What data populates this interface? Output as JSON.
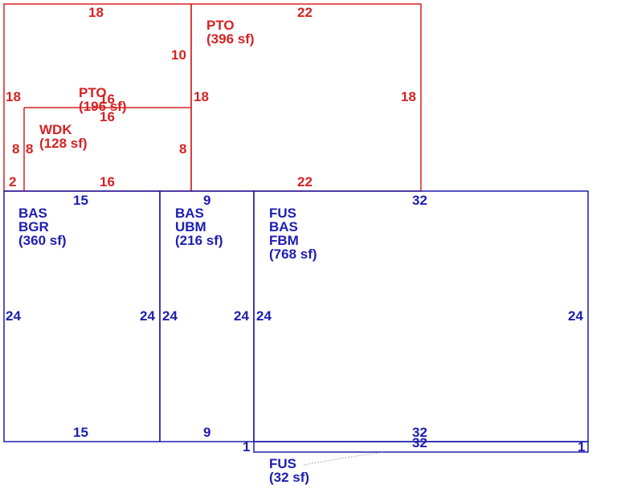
{
  "colors": {
    "upper_level": "#d52222",
    "main_level": "#1d1db0",
    "leader": "#9aa0a6"
  },
  "areas": {
    "pto_large": {
      "code": "PTO",
      "size": "(396 sf)"
    },
    "pto_small": {
      "code": "PTO",
      "size": "(196 sf)"
    },
    "wdk": {
      "code": "WDK",
      "size": "(128 sf)"
    },
    "left": {
      "line1": "BAS",
      "line2": "BGR",
      "size": "(360 sf)"
    },
    "middle": {
      "line1": "BAS",
      "line2": "UBM",
      "size": "(216 sf)"
    },
    "right": {
      "line1": "FUS",
      "line2": "BAS",
      "line3": "FBM",
      "size": "(768 sf)"
    },
    "strip": {
      "code": "FUS",
      "size": "(32 sf)"
    }
  },
  "dimensions": {
    "pto_left_top": "18",
    "pto_right_top": "22",
    "pto_inner_10": "10",
    "pto_left_side": "18",
    "pto_mid_side": "18",
    "pto_right_side": "18",
    "pto_small_16_a": "16",
    "pto_small_16_b": "16",
    "wdk_left_8_a": "8",
    "wdk_left_8_b": "8",
    "wdk_right_8": "8",
    "wdk_bottom_2": "2",
    "wdk_bottom_16": "16",
    "pto_bottom_22": "22",
    "left_top": "15",
    "middle_top": "9",
    "right_top": "32",
    "left_outer": "24",
    "left_inner": "24",
    "middle_left": "24",
    "middle_right": "24",
    "right_left": "24",
    "right_outer": "24",
    "left_bottom": "15",
    "middle_bottom": "9",
    "right_bottom": "32",
    "strip_top": "32",
    "strip_left": "1",
    "strip_right": "1"
  }
}
